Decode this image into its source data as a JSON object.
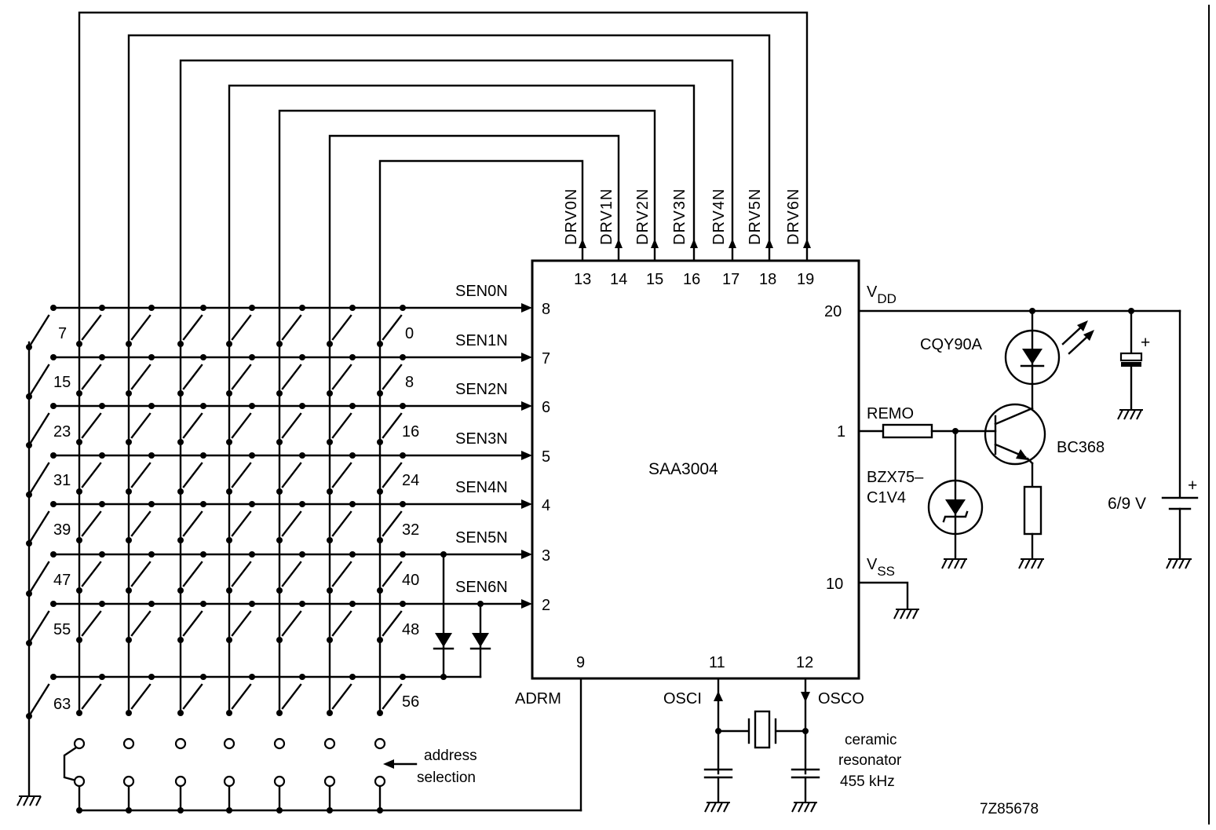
{
  "ic": {
    "name": "SAA3004",
    "drv_labels": [
      "DRV0N",
      "DRV1N",
      "DRV2N",
      "DRV3N",
      "DRV4N",
      "DRV5N",
      "DRV6N"
    ],
    "drv_pins": [
      "13",
      "14",
      "15",
      "16",
      "17",
      "18",
      "19"
    ],
    "sen_labels": [
      "SEN0N",
      "SEN1N",
      "SEN2N",
      "SEN3N",
      "SEN4N",
      "SEN5N",
      "SEN6N"
    ],
    "sen_pins": [
      "8",
      "7",
      "6",
      "5",
      "4",
      "3",
      "2"
    ],
    "pin_adrm": "9",
    "pin_osci": "11",
    "pin_osco": "12",
    "pin_vdd": "20",
    "pin_remo": "1",
    "pin_vss": "10"
  },
  "labels": {
    "vdd_main": "V",
    "vdd_sub": "DD",
    "vss_main": "V",
    "vss_sub": "SS",
    "remo": "REMO",
    "adrm": "ADRM",
    "osci": "OSCI",
    "osco": "OSCO",
    "led": "CQY90A",
    "transistor": "BC368",
    "zener_1": "BZX75–",
    "zener_2": "C1V4",
    "battery": "6/9 V",
    "resonator_1": "ceramic",
    "resonator_2": "resonator",
    "resonator_3": "455 kHz",
    "address_1": "address",
    "address_2": "selection",
    "ref": "7Z85678",
    "plus_1": "+",
    "plus_2": "+"
  },
  "matrix": {
    "left_keys": [
      "7",
      "15",
      "23",
      "31",
      "39",
      "47",
      "55",
      "63"
    ],
    "right_keys": [
      "0",
      "8",
      "16",
      "24",
      "32",
      "40",
      "48",
      "56"
    ]
  },
  "colors": {
    "ink": "#000000",
    "paper": "#ffffff"
  }
}
